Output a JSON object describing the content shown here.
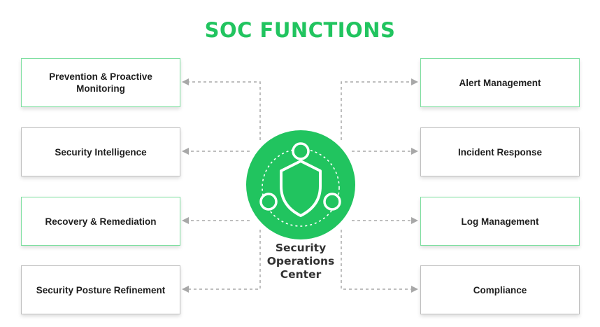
{
  "title": "SOC FUNCTIONS",
  "center": {
    "label": "Security Operations Center",
    "icon": "shield-icon"
  },
  "left_functions": [
    {
      "label": "Prevention & Proactive Monitoring",
      "highlighted": true
    },
    {
      "label": "Security Intelligence",
      "highlighted": false
    },
    {
      "label": "Recovery & Remediation",
      "highlighted": true
    },
    {
      "label": "Security Posture Refinement",
      "highlighted": false
    }
  ],
  "right_functions": [
    {
      "label": "Alert Management",
      "highlighted": true
    },
    {
      "label": "Incident Response",
      "highlighted": false
    },
    {
      "label": "Log Management",
      "highlighted": true
    },
    {
      "label": "Compliance",
      "highlighted": false
    }
  ],
  "colors": {
    "accent": "#21c45f",
    "highlight_border": "#7edfa0",
    "default_border": "#bfbfbf",
    "connector": "#a8a8a8"
  }
}
